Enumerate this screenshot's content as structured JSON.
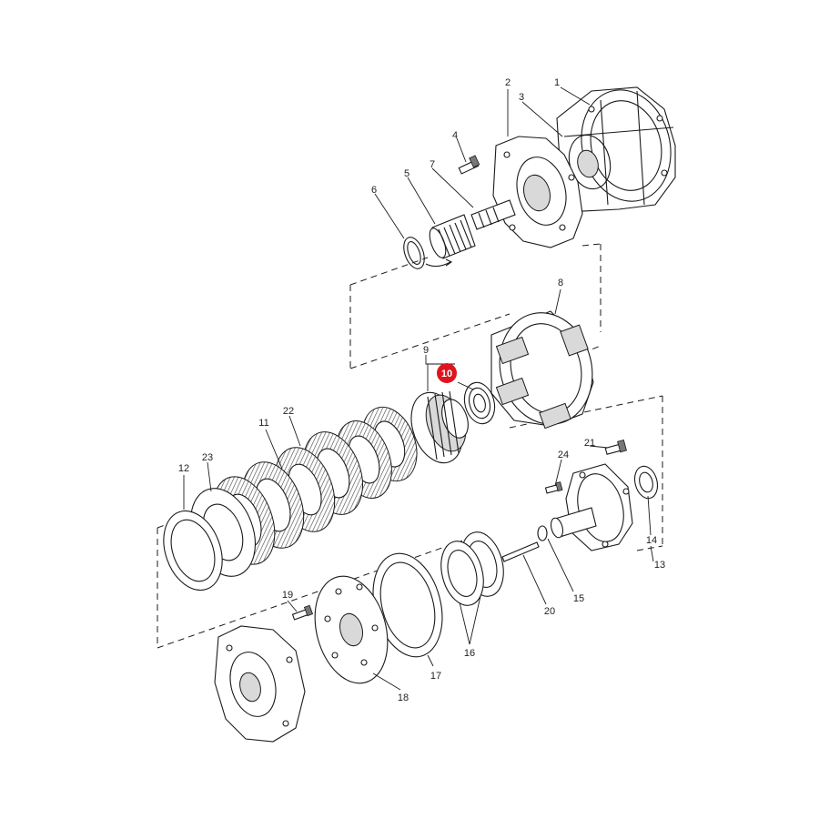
{
  "diagram": {
    "highlight_color": "#e0141e",
    "callouts": [
      {
        "id": 1,
        "label": "1"
      },
      {
        "id": 2,
        "label": "2"
      },
      {
        "id": 3,
        "label": "3"
      },
      {
        "id": 4,
        "label": "4"
      },
      {
        "id": 5,
        "label": "5"
      },
      {
        "id": 6,
        "label": "6"
      },
      {
        "id": 7,
        "label": "7"
      },
      {
        "id": 8,
        "label": "8"
      },
      {
        "id": 9,
        "label": "9"
      },
      {
        "id": 10,
        "label": "10",
        "highlighted": true
      },
      {
        "id": 11,
        "label": "11"
      },
      {
        "id": 12,
        "label": "12"
      },
      {
        "id": 13,
        "label": "13"
      },
      {
        "id": 14,
        "label": "14"
      },
      {
        "id": 15,
        "label": "15"
      },
      {
        "id": 16,
        "label": "16"
      },
      {
        "id": 17,
        "label": "17"
      },
      {
        "id": 18,
        "label": "18"
      },
      {
        "id": 19,
        "label": "19"
      },
      {
        "id": 20,
        "label": "20"
      },
      {
        "id": 21,
        "label": "21"
      },
      {
        "id": 22,
        "label": "22"
      },
      {
        "id": 23,
        "label": "23"
      },
      {
        "id": 24,
        "label": "24"
      }
    ]
  }
}
